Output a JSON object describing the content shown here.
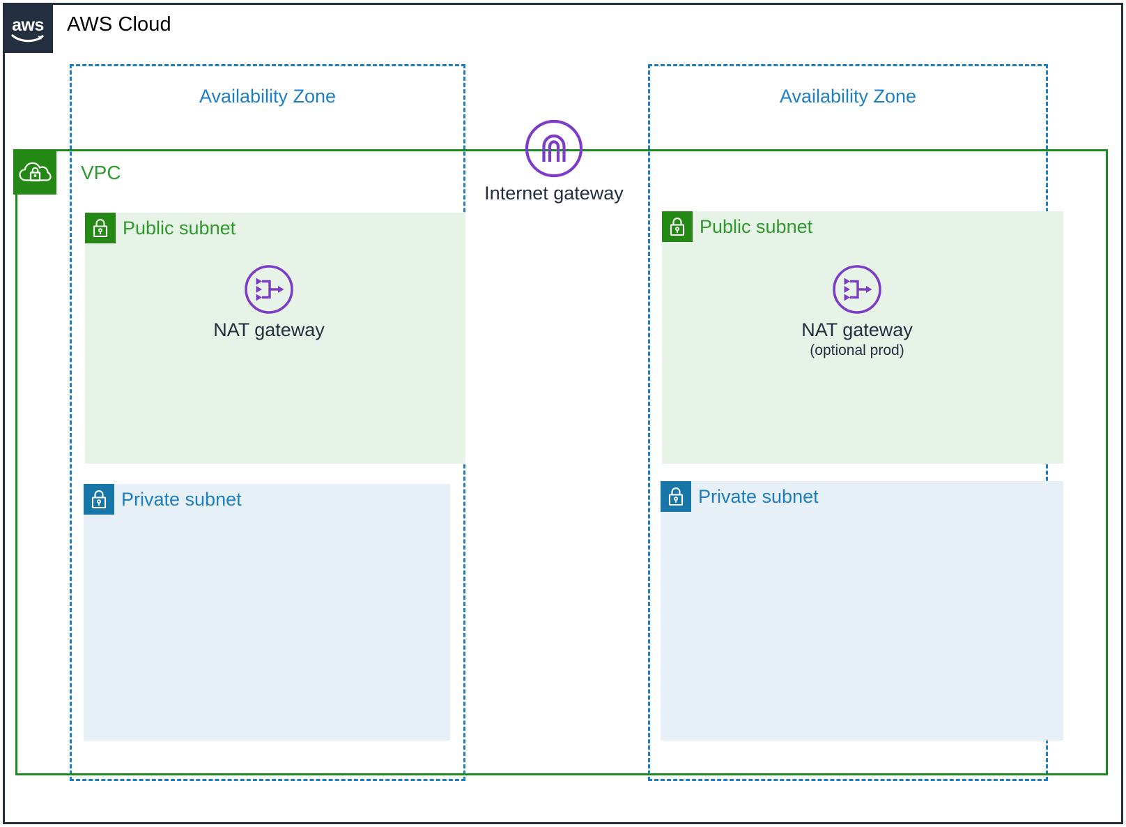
{
  "diagram": {
    "title": "AWS Cloud",
    "logo_text": "aws",
    "logo_icon": "aws-logo-icon"
  },
  "vpc": {
    "label": "VPC",
    "icon": "vpc-cloud-lock-icon",
    "color": "#2E9A2E",
    "border_color": "#1C8A1C"
  },
  "availability_zones": [
    {
      "title": "Availability Zone",
      "color": "#1E7FC0",
      "subnets": [
        {
          "label": "Public subnet",
          "type": "public",
          "icon": "lock-icon",
          "badge_color": "#248814",
          "fill_color": "#E8F3E8",
          "label_color": "#2E9A2E",
          "resources": [
            {
              "name": "NAT gateway",
              "sublabel": "",
              "icon": "nat-gateway-icon",
              "icon_color": "#7D3CC8"
            }
          ]
        },
        {
          "label": "Private subnet",
          "type": "private",
          "icon": "lock-icon",
          "badge_color": "#1875A8",
          "fill_color": "#E7F0F7",
          "label_color": "#1E7FC0",
          "resources": []
        }
      ]
    },
    {
      "title": "Availability Zone",
      "color": "#1E7FC0",
      "subnets": [
        {
          "label": "Public subnet",
          "type": "public",
          "icon": "lock-icon",
          "badge_color": "#248814",
          "fill_color": "#E8F3E8",
          "label_color": "#2E9A2E",
          "resources": [
            {
              "name": "NAT gateway",
              "sublabel": "(optional prod)",
              "icon": "nat-gateway-icon",
              "icon_color": "#7D3CC8"
            }
          ]
        },
        {
          "label": "Private subnet",
          "type": "private",
          "icon": "lock-icon",
          "badge_color": "#1875A8",
          "fill_color": "#E7F0F7",
          "label_color": "#1E7FC0",
          "resources": []
        }
      ]
    }
  ],
  "internet_gateway": {
    "label": "Internet gateway",
    "icon": "internet-gateway-icon",
    "icon_color": "#7D3CC8"
  },
  "colors": {
    "frame": "#232F3E",
    "az_blue": "#1E7FC0",
    "vpc_green": "#1C8A1C",
    "purple": "#7D3CC8",
    "public_fill": "#E8F3E8",
    "private_fill": "#E7F0F7",
    "text_dark": "#232F3E"
  }
}
